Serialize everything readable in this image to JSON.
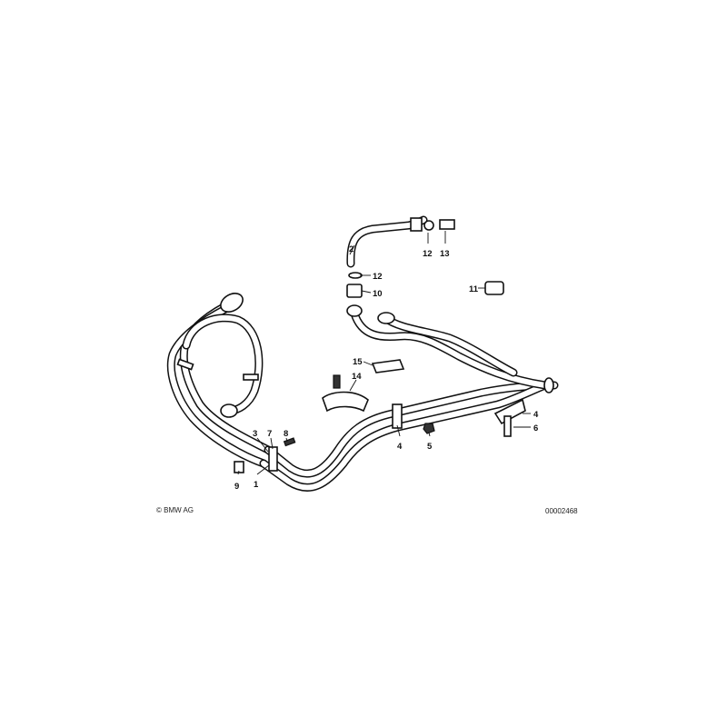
{
  "callouts": {
    "c1": "1",
    "c2": "2",
    "c3": "3",
    "c4a": "4",
    "c4b": "4",
    "c5": "5",
    "c6": "6",
    "c7": "7",
    "c8": "8",
    "c9": "9",
    "c10": "10",
    "c11": "11",
    "c12a": "12",
    "c12b": "12",
    "c13": "13",
    "c14": "14",
    "c15": "15"
  },
  "footer": {
    "copyright": "© BMW AG",
    "drawing_number": "00002468"
  }
}
